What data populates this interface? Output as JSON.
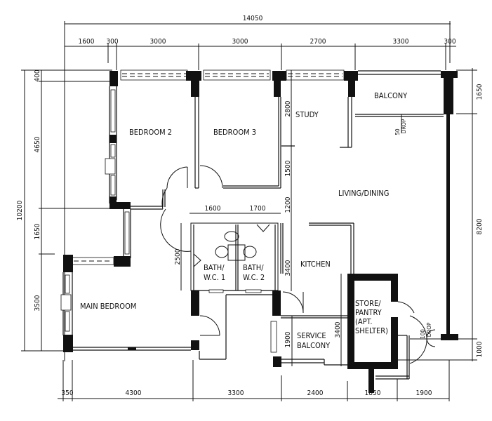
{
  "plan": {
    "overall_width": "14050",
    "overall_height": "10200",
    "top_dims": [
      "1600",
      "300",
      "3000",
      "3000",
      "2700",
      "3300",
      "300"
    ],
    "bottom_dims": [
      "350",
      "4300",
      "3300",
      "2400",
      "1850",
      "1900"
    ],
    "left_dims": [
      "400",
      "4650",
      "1650",
      "3500"
    ],
    "right_dims": [
      "1650",
      "8200",
      "1000"
    ],
    "interior_dims": {
      "study_height": "2800",
      "corridor_1500": "1500",
      "corridor_1200": "1200",
      "bath1_width": "1600",
      "bath2_width": "1700",
      "bath_height": "2500",
      "kitchen_height": "3400",
      "service_balcony_height": "1900",
      "store_height": "3400"
    },
    "annotations": {
      "balcony_drop_value": "50",
      "balcony_drop_label": "DROP",
      "entry_drop_value": "100",
      "entry_drop_label": "DROP"
    },
    "rooms": {
      "bedroom2": "BEDROOM 2",
      "bedroom3": "BEDROOM 3",
      "study": "STUDY",
      "balcony": "BALCONY",
      "living_dining": "LIVING/DINING",
      "bath1_line1": "BATH/",
      "bath1_line2": "W.C.  1",
      "bath2_line1": "BATH/",
      "bath2_line2": "W.C.  2",
      "kitchen": "KITCHEN",
      "main_bedroom": "MAIN BEDROOM",
      "service_balcony_line1": "SERVICE",
      "service_balcony_line2": "BALCONY",
      "store_line1": "STORE/",
      "store_line2": "PANTRY",
      "store_line3": "(APT.",
      "store_line4": "SHELTER)"
    },
    "colors": {
      "ink": "#111111",
      "background": "#ffffff"
    }
  }
}
